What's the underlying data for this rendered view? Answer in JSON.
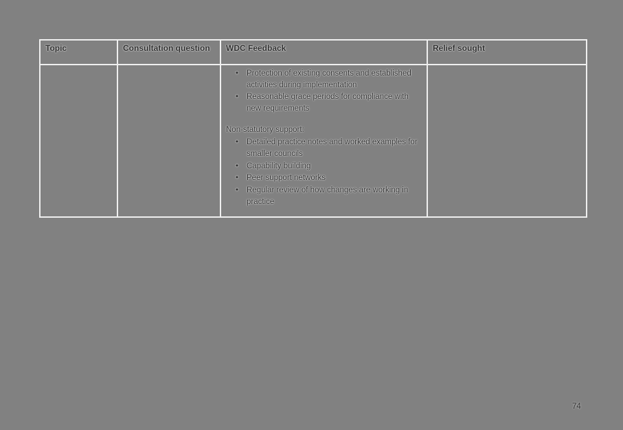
{
  "page": {
    "number": "74"
  },
  "table": {
    "headers": [
      "Topic",
      "Consultation question",
      "WDC Feedback",
      "Relief sought"
    ],
    "row": {
      "topic": "",
      "consultation_question": "",
      "wdc_feedback": {
        "bullets_top": [
          "Protection of existing consents and established activities during implementation",
          "Reasonable grace periods for compliance with new requirements"
        ],
        "subheading": "Non-statutory support:",
        "bullets_bottom": [
          "Detailed practice notes and worked examples for smaller councils",
          "Capability building",
          "Peer support networks",
          "Regular review of how changes are working in practice"
        ]
      },
      "relief_sought": ""
    }
  },
  "glyphs": {
    "bullet": "•"
  }
}
